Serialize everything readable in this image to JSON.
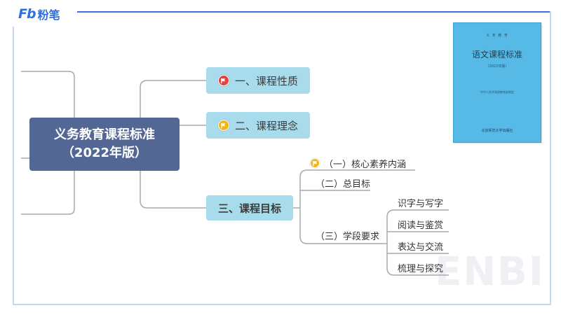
{
  "brand": {
    "mark": "Fb",
    "name": "粉笔"
  },
  "watermark": "ENBI",
  "book": {
    "top_line": "义 务 教 育",
    "title": "语文课程标准",
    "edition": "（2022年版）",
    "publisher": "中华人民共和国教育部制定",
    "press": "北京师范大学出版社"
  },
  "mindmap": {
    "root": {
      "line1": "义务教育课程标准",
      "line2": "（2022年版）"
    },
    "branches": [
      {
        "label": "一、课程性质",
        "flag": "red-flag-icon"
      },
      {
        "label": "二、课程理念",
        "flag": "yellow-flag-icon"
      },
      {
        "label": "三、课程目标",
        "children": [
          {
            "label": "（一）核心素养内涵",
            "flag": "yellow-flag-icon"
          },
          {
            "label": "（二）总目标"
          },
          {
            "label": "（三）学段要求",
            "children": [
              {
                "label": "识字与写字"
              },
              {
                "label": "阅读与鉴赏"
              },
              {
                "label": "表达与交流"
              },
              {
                "label": "梳理与探究"
              }
            ]
          }
        ]
      }
    ]
  },
  "colors": {
    "root_fill": "#536795",
    "branch_fill": "#a8dced",
    "connector": "#a9a9a9",
    "accent": "#2f6fe0",
    "flag_red": "#e0453d",
    "flag_yellow": "#f2b619",
    "book_cover": "#56b9e6"
  }
}
